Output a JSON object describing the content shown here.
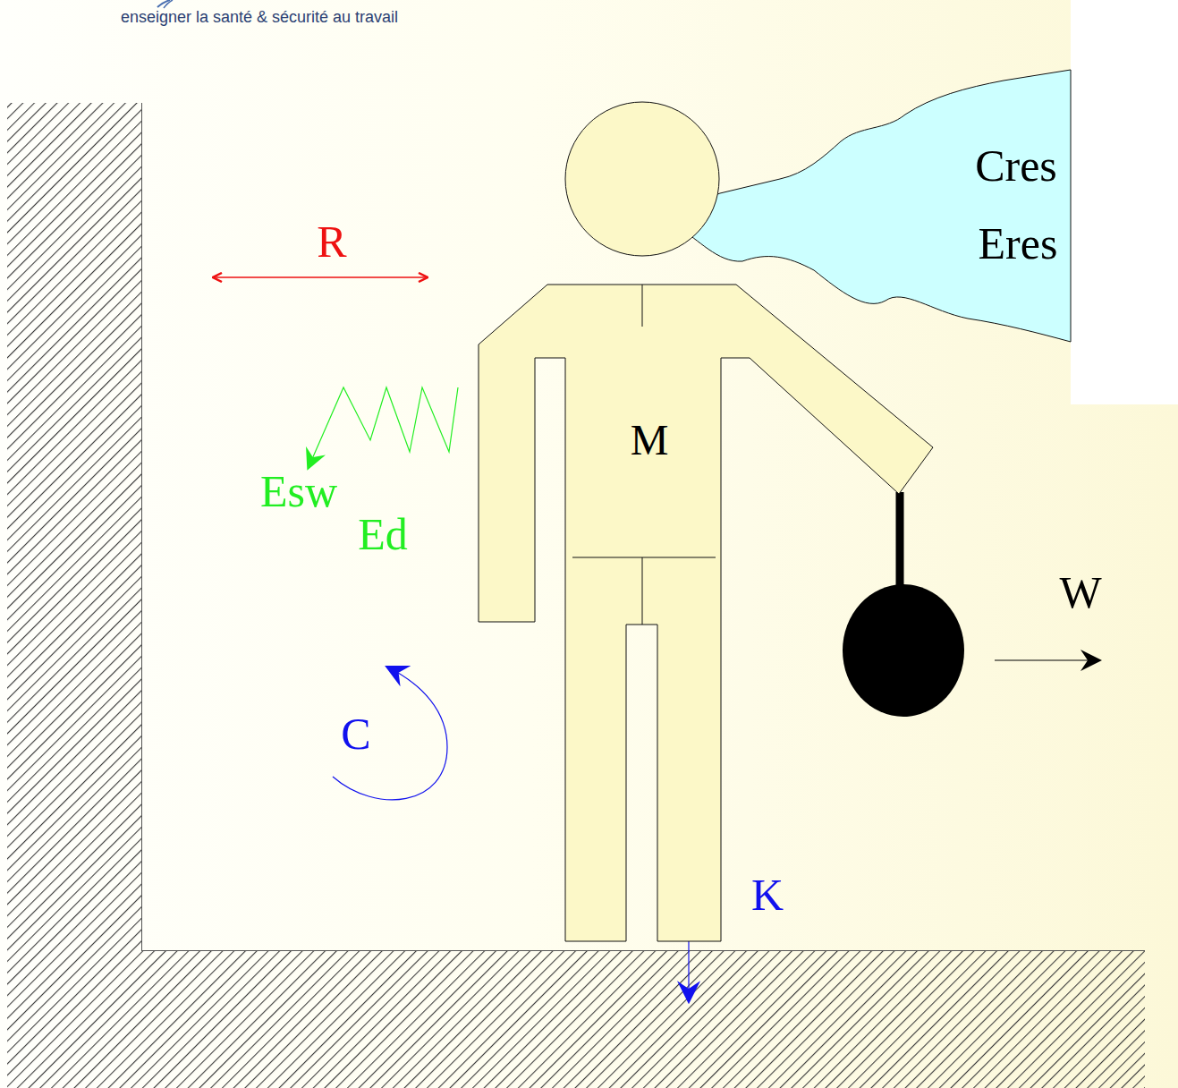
{
  "diagram": {
    "nodes": [
      {
        "text": [
          "Cres",
          "Eres"
        ]
      },
      {
        "text": [
          "M"
        ]
      }
    ],
    "labels": [
      "enseigner la santé & sécurité au travail",
      "R",
      "Esw",
      "Ed",
      "W",
      "C",
      "K"
    ]
  }
}
